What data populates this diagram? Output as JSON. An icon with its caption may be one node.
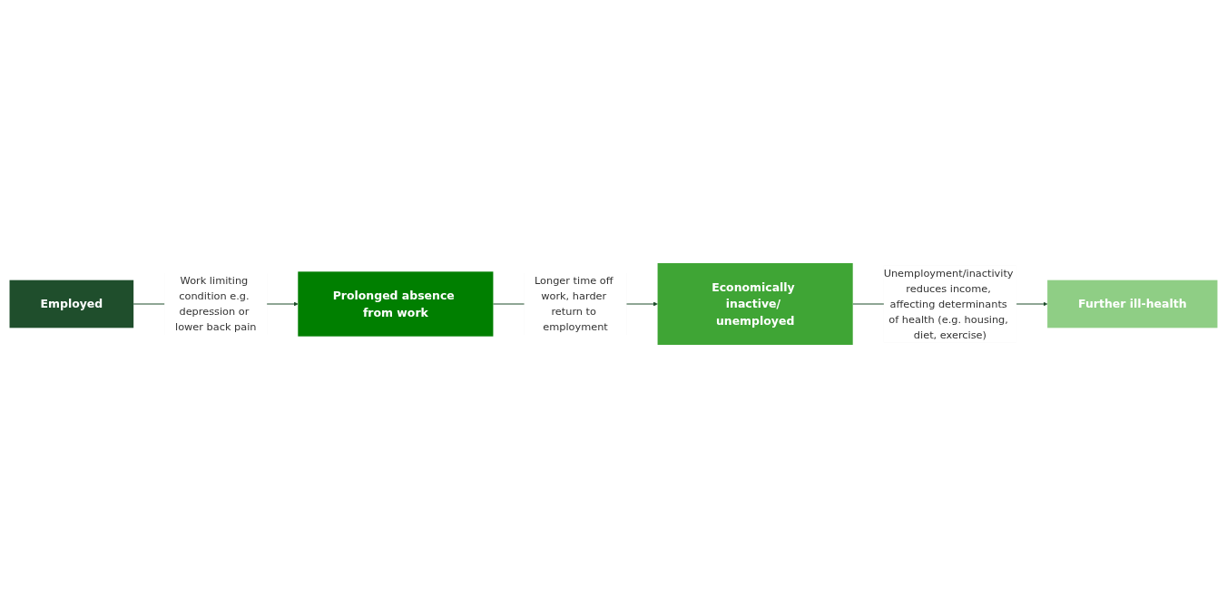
{
  "diagram": {
    "nodes": [
      {
        "text": [
          "Employed"
        ]
      },
      {
        "text": [
          "Prolonged absence from work"
        ]
      },
      {
        "text": [
          "Economically inactive/ unemployed"
        ]
      },
      {
        "text": [
          "Further ill-health"
        ]
      }
    ],
    "edges": [
      {
        "from": 0,
        "to": 1,
        "arrow": "to",
        "label": "Work limiting condition e.g. depression or lower back pain"
      },
      {
        "from": 1,
        "to": 2,
        "arrow": "to",
        "label": "Longer time off work, harder return to employment"
      },
      {
        "from": 2,
        "to": 3,
        "arrow": "to",
        "label": "Unemployment/inactivity reduces income, affecting determinants of health (e.g. housing, diet, exercise)"
      }
    ]
  }
}
